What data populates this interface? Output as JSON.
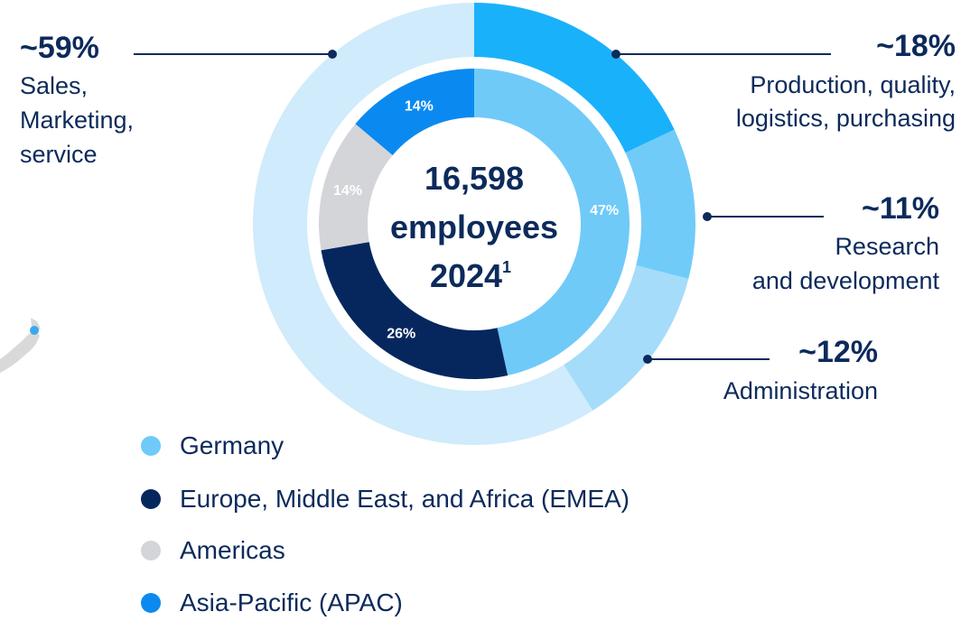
{
  "chart_data": [
    {
      "type": "pie",
      "role": "inner-ring",
      "center_text": {
        "line1": "16,598",
        "line2": "employees",
        "line3": "2024",
        "footnote_mark": "1"
      },
      "slices": [
        {
          "label": "Germany",
          "value": 47,
          "value_label": "47%",
          "color": "#6fcaf8"
        },
        {
          "label": "Europe, Middle East, and Africa (EMEA)",
          "value": 26,
          "value_label": "26%",
          "color": "#06275e"
        },
        {
          "label": "Americas",
          "value": 14,
          "value_label": "14%",
          "color": "#d3d5d9"
        },
        {
          "label": "Asia-Pacific (APAC)",
          "value": 14,
          "value_label": "14%",
          "color": "#0a8af0"
        }
      ]
    },
    {
      "type": "pie",
      "role": "outer-ring",
      "slices": [
        {
          "value": 18,
          "value_label": "~18%",
          "lines": [
            "Production, quality,",
            "logistics, purchasing"
          ],
          "color": "#1ab1fb"
        },
        {
          "value": 11,
          "value_label": "~11%",
          "lines": [
            "Research",
            "and development"
          ],
          "color": "#70cbf8"
        },
        {
          "value": 12,
          "value_label": "~12%",
          "lines": [
            "Administration"
          ],
          "color": "#a5dcfa"
        },
        {
          "value": 59,
          "value_label": "~59%",
          "lines": [
            "Sales,",
            "Marketing,",
            "service"
          ],
          "color": "#d0ebfb"
        }
      ]
    }
  ],
  "legend": [
    {
      "label": "Germany",
      "color": "#6fcaf8"
    },
    {
      "label": "Europe, Middle East, and Africa (EMEA)",
      "color": "#06275e"
    },
    {
      "label": "Americas",
      "color": "#d3d5d9"
    },
    {
      "label": "Asia-Pacific (APAC)",
      "color": "#0a8af0"
    }
  ],
  "colors": {
    "text_dark": "#0c2a5b",
    "leader_line": "#0c2a5b",
    "map_fragment": "#d9d9d9",
    "map_dot": "#3aa9f0"
  }
}
